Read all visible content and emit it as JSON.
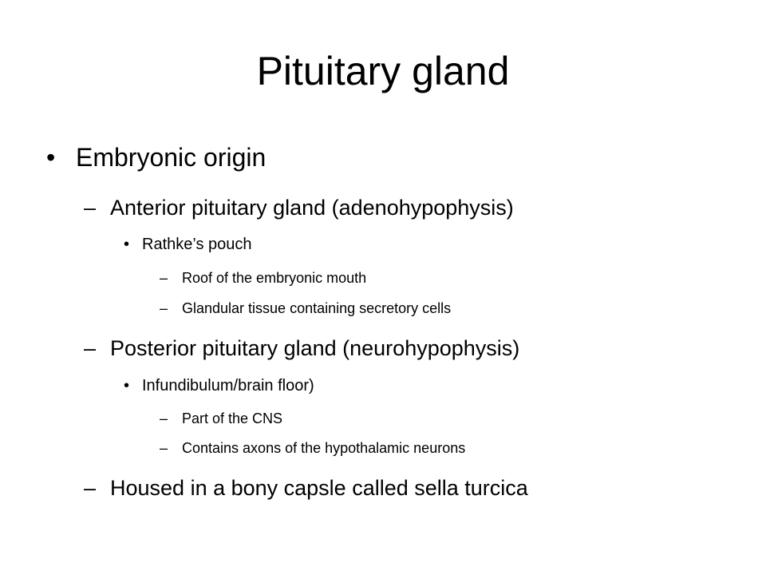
{
  "slide": {
    "title": "Pituitary gland",
    "bullet_l1": "•",
    "bullet_l3": "•",
    "dash": "–",
    "items": [
      {
        "text": "Embryonic origin"
      },
      {
        "text": "Anterior pituitary gland (adenohypophysis)"
      },
      {
        "text": "Rathke’s pouch"
      },
      {
        "text": "Roof of the embryonic mouth"
      },
      {
        "text": "Glandular tissue  containing secretory cells"
      },
      {
        "text": "Posterior pituitary gland (neurohypophysis)"
      },
      {
        "text": "Infundibulum/brain floor)"
      },
      {
        "text": "Part of the CNS"
      },
      {
        "text": "Contains axons of the hypothalamic neurons"
      },
      {
        "text": "Housed in a bony capsle called sella turcica"
      }
    ]
  }
}
